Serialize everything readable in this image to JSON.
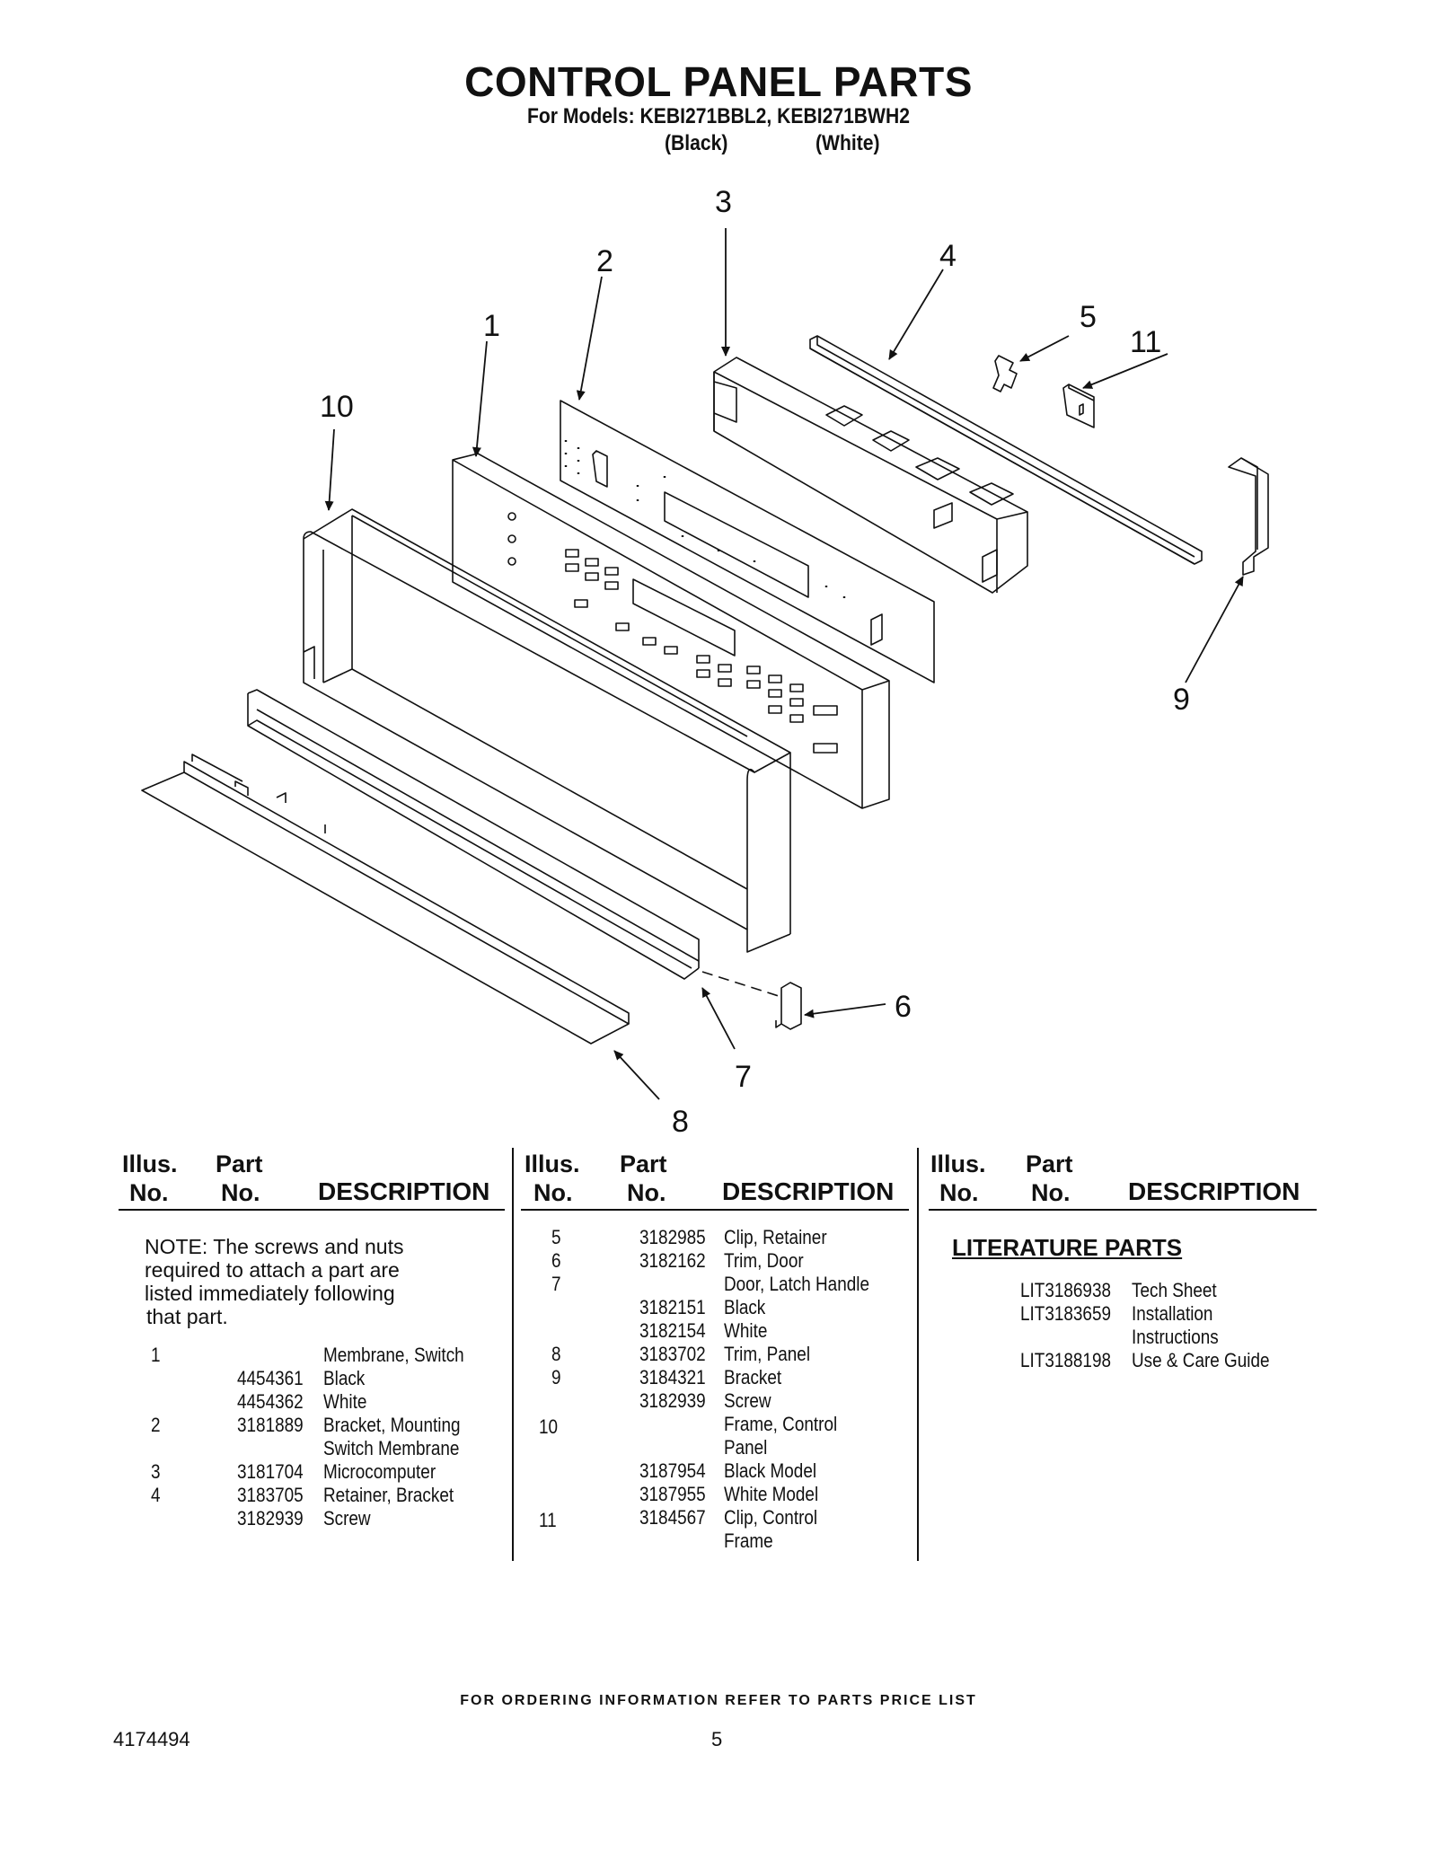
{
  "header": {
    "title": "CONTROL PANEL PARTS",
    "models": "For Models: KEBI271BBL2, KEBI271BWH2",
    "variant_black": "(Black)",
    "variant_white": "(White)"
  },
  "callouts": [
    "1",
    "2",
    "3",
    "4",
    "5",
    "6",
    "7",
    "8",
    "9",
    "10",
    "11"
  ],
  "table": {
    "head_illus": "Illus.",
    "head_no": "No.",
    "head_part": "Part",
    "head_partno": "No.",
    "head_description": "DESCRIPTION",
    "note_lines": [
      "NOTE: The screws and nuts",
      "required to attach a part are",
      "listed immediately following",
      "that part."
    ],
    "col1_rows": [
      {
        "illus": "1",
        "part": "",
        "desc": "Membrane, Switch"
      },
      {
        "illus": "",
        "part": "4454361",
        "desc": "Black"
      },
      {
        "illus": "",
        "part": "4454362",
        "desc": "White"
      },
      {
        "illus": "2",
        "part": "3181889",
        "desc": "Bracket, Mounting"
      },
      {
        "illus": "",
        "part": "",
        "desc": "Switch Membrane"
      },
      {
        "illus": "3",
        "part": "3181704",
        "desc": "Microcomputer"
      },
      {
        "illus": "4",
        "part": "3183705",
        "desc": "Retainer, Bracket"
      },
      {
        "illus": "",
        "part": "3182939",
        "desc": "Screw"
      }
    ],
    "col2_rows": [
      {
        "illus": "5",
        "part": "3182985",
        "desc": "Clip, Retainer"
      },
      {
        "illus": "6",
        "part": "3182162",
        "desc": "Trim, Door"
      },
      {
        "illus": "7",
        "part": "",
        "desc": "Door, Latch Handle"
      },
      {
        "illus": "",
        "part": "3182151",
        "desc": "Black"
      },
      {
        "illus": "",
        "part": "3182154",
        "desc": "White"
      },
      {
        "illus": "8",
        "part": "3183702",
        "desc": "Trim, Panel"
      },
      {
        "illus": "9",
        "part": "3184321",
        "desc": "Bracket"
      },
      {
        "illus": "",
        "part": "3182939",
        "desc": "Screw"
      },
      {
        "illus": "10",
        "part": "",
        "desc": "Frame, Control"
      },
      {
        "illus": "",
        "part": "",
        "desc": "Panel"
      },
      {
        "illus": "",
        "part": "3187954",
        "desc": "Black Model"
      },
      {
        "illus": "",
        "part": "3187955",
        "desc": "White Model"
      },
      {
        "illus": "11",
        "part": "3184567",
        "desc": "Clip, Control"
      },
      {
        "illus": "",
        "part": "",
        "desc": "Frame"
      }
    ],
    "literature_heading": "LITERATURE PARTS",
    "literature_rows": [
      {
        "part": "LIT3186938",
        "desc": "Tech Sheet"
      },
      {
        "part": "LIT3183659",
        "desc": "Installation"
      },
      {
        "part": "",
        "desc": "Instructions"
      },
      {
        "part": "LIT3188198",
        "desc": "Use & Care Guide"
      }
    ]
  },
  "footer": {
    "ordering": "FOR ORDERING INFORMATION REFER TO PARTS PRICE LIST",
    "doc_number": "4174494",
    "page_number": "5"
  }
}
